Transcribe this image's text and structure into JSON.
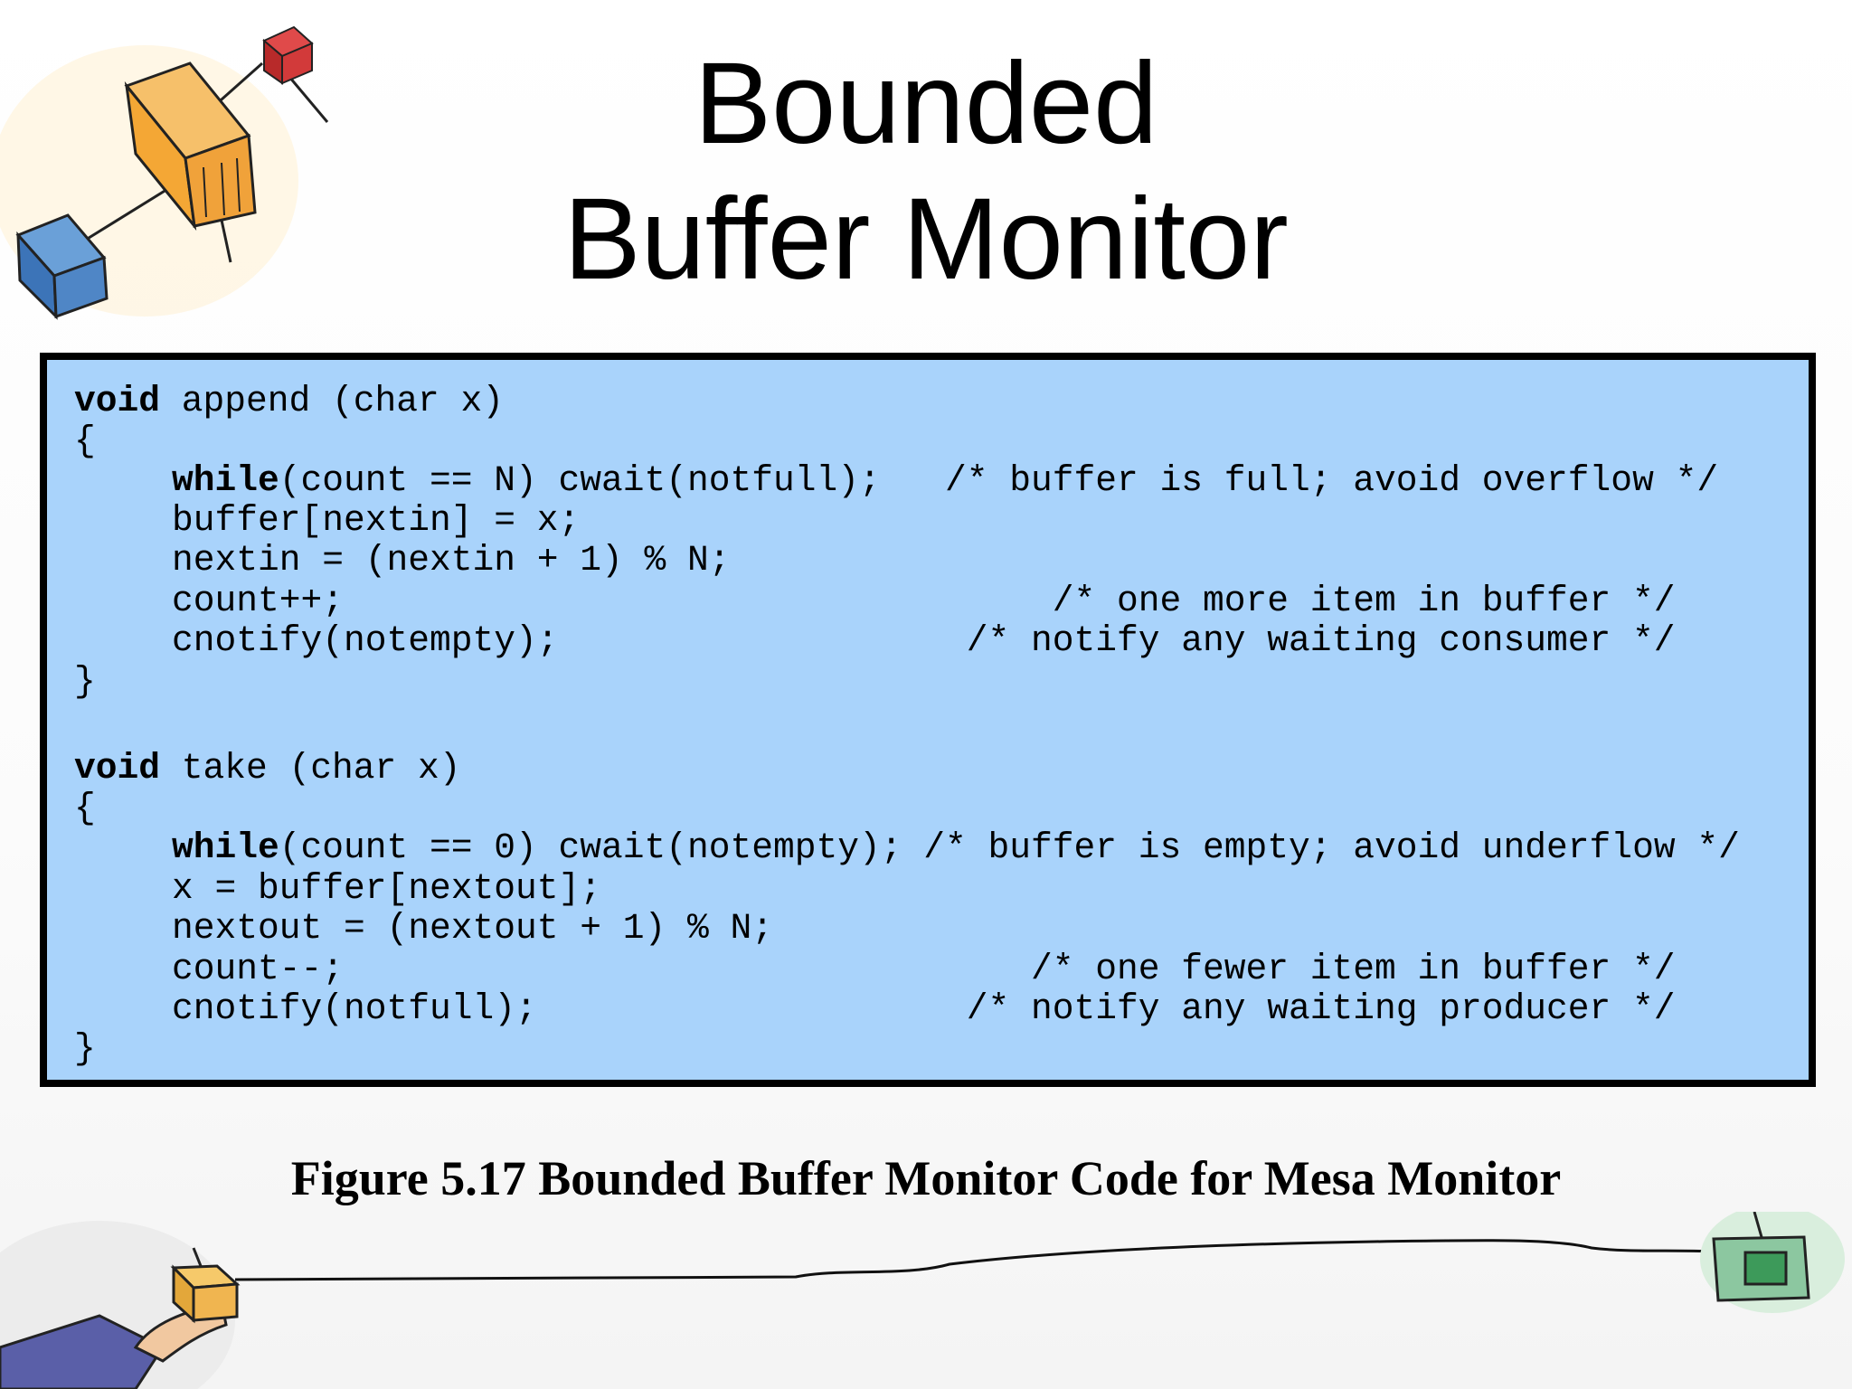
{
  "slide": {
    "title_line1": "Bounded",
    "title_line2": "Buffer Monitor",
    "caption": "Figure 5.17  Bounded Buffer Monitor Code for Mesa Monitor"
  },
  "code": {
    "l1_kw": "void",
    "l1_rest": " append (char x)",
    "l2": "{",
    "l3_kw": "while",
    "l3_rest": "(count == N) cwait(notfull);   /* buffer is full; avoid overflow */",
    "l4": "buffer[nextin] = x;",
    "l5": "nextin = (nextin + 1) % N;",
    "l6": "count++;                                 /* one more item in buffer */",
    "l7": "cnotify(notempty);                   /* notify any waiting consumer */",
    "l8": "}",
    "l9_kw": "void",
    "l9_rest": " take (char x)",
    "l10": "{",
    "l11_kw": "while",
    "l11_rest": "(count == 0) cwait(notempty); /* buffer is empty; avoid underflow */",
    "l12": "x = buffer[nextout];",
    "l13": "nextout = (nextout + 1) % N;",
    "l14": "count--;                                /* one fewer item in buffer */",
    "l15": "cnotify(notfull);                    /* notify any waiting producer */",
    "l16": "}"
  },
  "colors": {
    "code_background": "#a9d3fb",
    "code_border": "#000000"
  },
  "decorations": {
    "top_left": "buffer-cubes-illustration",
    "bottom": "hand-holding-box-with-wire-illustration"
  }
}
